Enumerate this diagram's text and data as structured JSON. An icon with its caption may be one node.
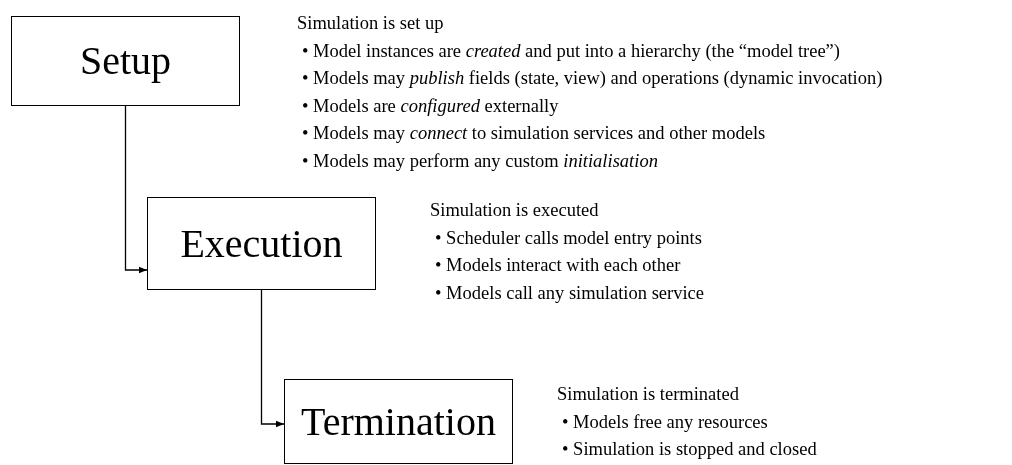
{
  "diagram": {
    "nodes": [
      {
        "text": [
          "Setup"
        ],
        "beside": [
          "Simulation is set up",
          "• Model instances are *created* and put into a hierarchy (the “model tree”)",
          "• Models may *publish* fields (state, view) and operations (dynamic invocation)",
          "• Models are *configured* externally",
          "• Models may *connect* to simulation services and other models",
          "• Models may perform any custom *initialisation*"
        ]
      },
      {
        "text": [
          "Execution"
        ],
        "beside": [
          "Simulation is executed",
          "• Scheduler calls model entry points",
          "• Models interact with each other",
          "• Models call any simulation service"
        ]
      },
      {
        "text": [
          "Termination"
        ],
        "beside": [
          "Simulation is terminated",
          "• Models free any resources",
          "• Simulation is stopped and closed"
        ]
      }
    ],
    "edges": [
      {
        "from": 0,
        "to": 1,
        "arrow": "to"
      },
      {
        "from": 1,
        "to": 2,
        "arrow": "to"
      }
    ]
  }
}
